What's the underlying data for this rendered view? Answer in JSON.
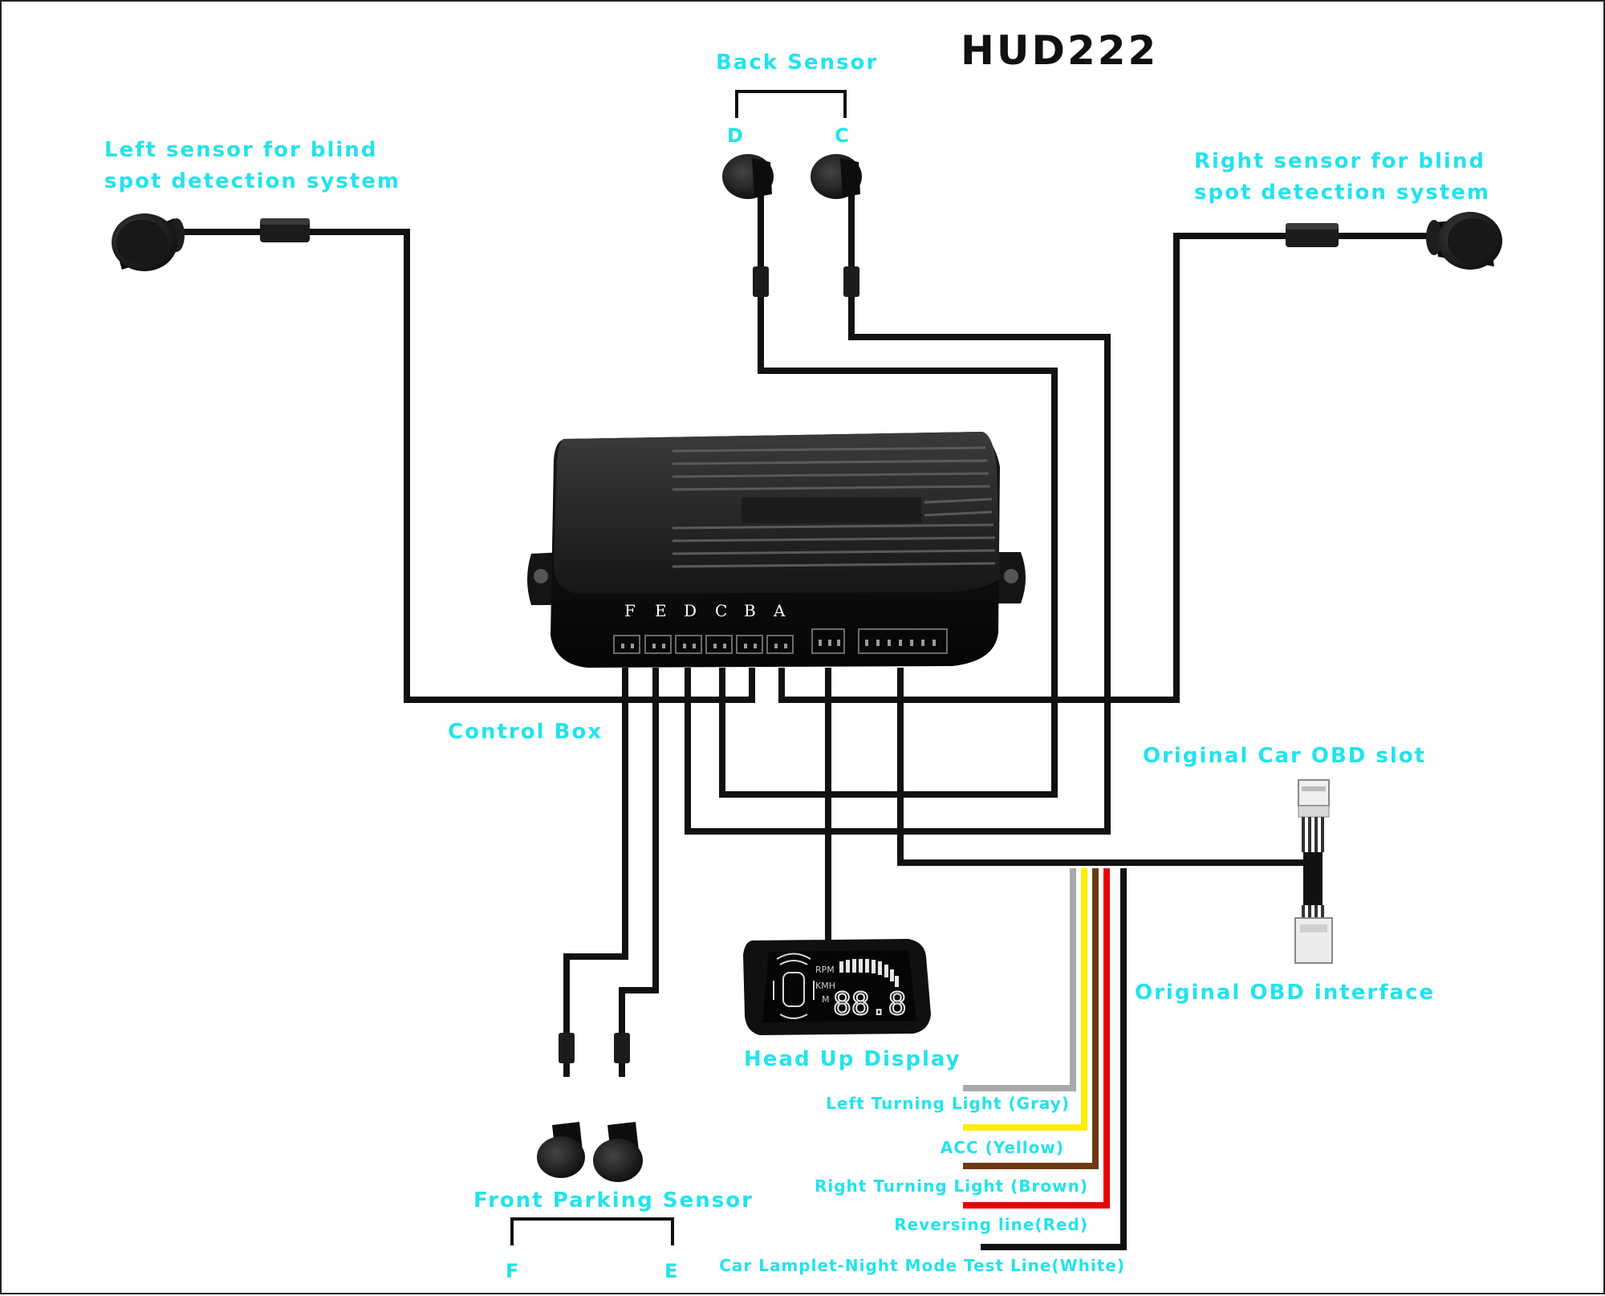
{
  "title": "HUD222",
  "labels": {
    "back_sensor": "Back Sensor",
    "back_d": "D",
    "back_c": "C",
    "left_sensor_line1": "Left sensor for blind",
    "left_sensor_line2": "spot detection system",
    "right_sensor_line1": "Right sensor for blind",
    "right_sensor_line2": "spot detection system",
    "control_box": "Control Box",
    "obd_slot": "Original Car OBD slot",
    "obd_interface": "Original  OBD interface",
    "hud": "Head Up Display",
    "front_sensor": "Front Parking Sensor",
    "front_f": "F",
    "front_e": "E"
  },
  "ports": [
    "F",
    "E",
    "D",
    "C",
    "B",
    "A"
  ],
  "hud_readout": {
    "rpm": "RPM",
    "kmh": "KMH",
    "m": "M",
    "digits": "88.8"
  },
  "wires": [
    {
      "label": "Left Turning Light (Gray)",
      "color": "#a9a9a9"
    },
    {
      "label": "ACC (Yellow)",
      "color": "#ffee00"
    },
    {
      "label": "Right Turning Light (Brown)",
      "color": "#6b3a12"
    },
    {
      "label": "Reversing line(Red)",
      "color": "#e80000"
    },
    {
      "label": "Car Lamplet-Night Mode Test Line(White)",
      "color": "#111111"
    }
  ],
  "colors": {
    "label": "#22e3ec",
    "title": "#111111",
    "wire": "#111111"
  }
}
